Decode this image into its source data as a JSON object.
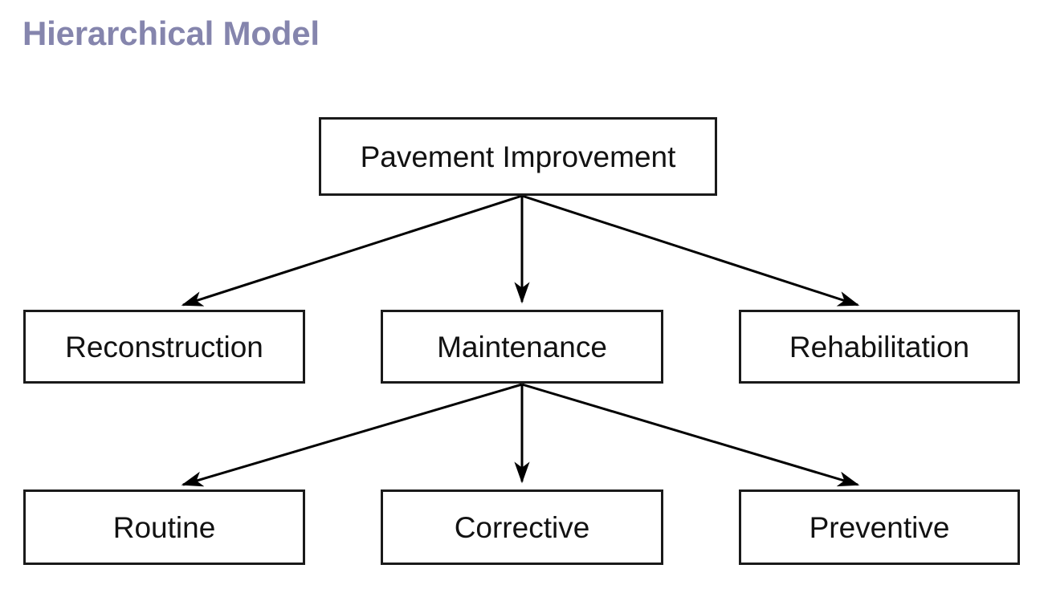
{
  "page": {
    "title": "Hierarchical Model",
    "title_color": "#8585ad",
    "background_color": "#ffffff"
  },
  "diagram": {
    "type": "tree",
    "node_border_color": "#1a1a1a",
    "node_fill_color": "#ffffff",
    "node_text_color": "#121212",
    "edge_color": "#000000",
    "nodes": [
      {
        "id": "root",
        "label": "Pavement Improvement",
        "level": 0
      },
      {
        "id": "reconstruction",
        "label": "Reconstruction",
        "level": 1
      },
      {
        "id": "maintenance",
        "label": "Maintenance",
        "level": 1
      },
      {
        "id": "rehabilitation",
        "label": "Rehabilitation",
        "level": 1
      },
      {
        "id": "routine",
        "label": "Routine",
        "level": 2
      },
      {
        "id": "corrective",
        "label": "Corrective",
        "level": 2
      },
      {
        "id": "preventive",
        "label": "Preventive",
        "level": 2
      }
    ],
    "edges": [
      {
        "from": "root",
        "to": "reconstruction"
      },
      {
        "from": "root",
        "to": "maintenance"
      },
      {
        "from": "root",
        "to": "rehabilitation"
      },
      {
        "from": "maintenance",
        "to": "routine"
      },
      {
        "from": "maintenance",
        "to": "corrective"
      },
      {
        "from": "maintenance",
        "to": "preventive"
      }
    ]
  }
}
